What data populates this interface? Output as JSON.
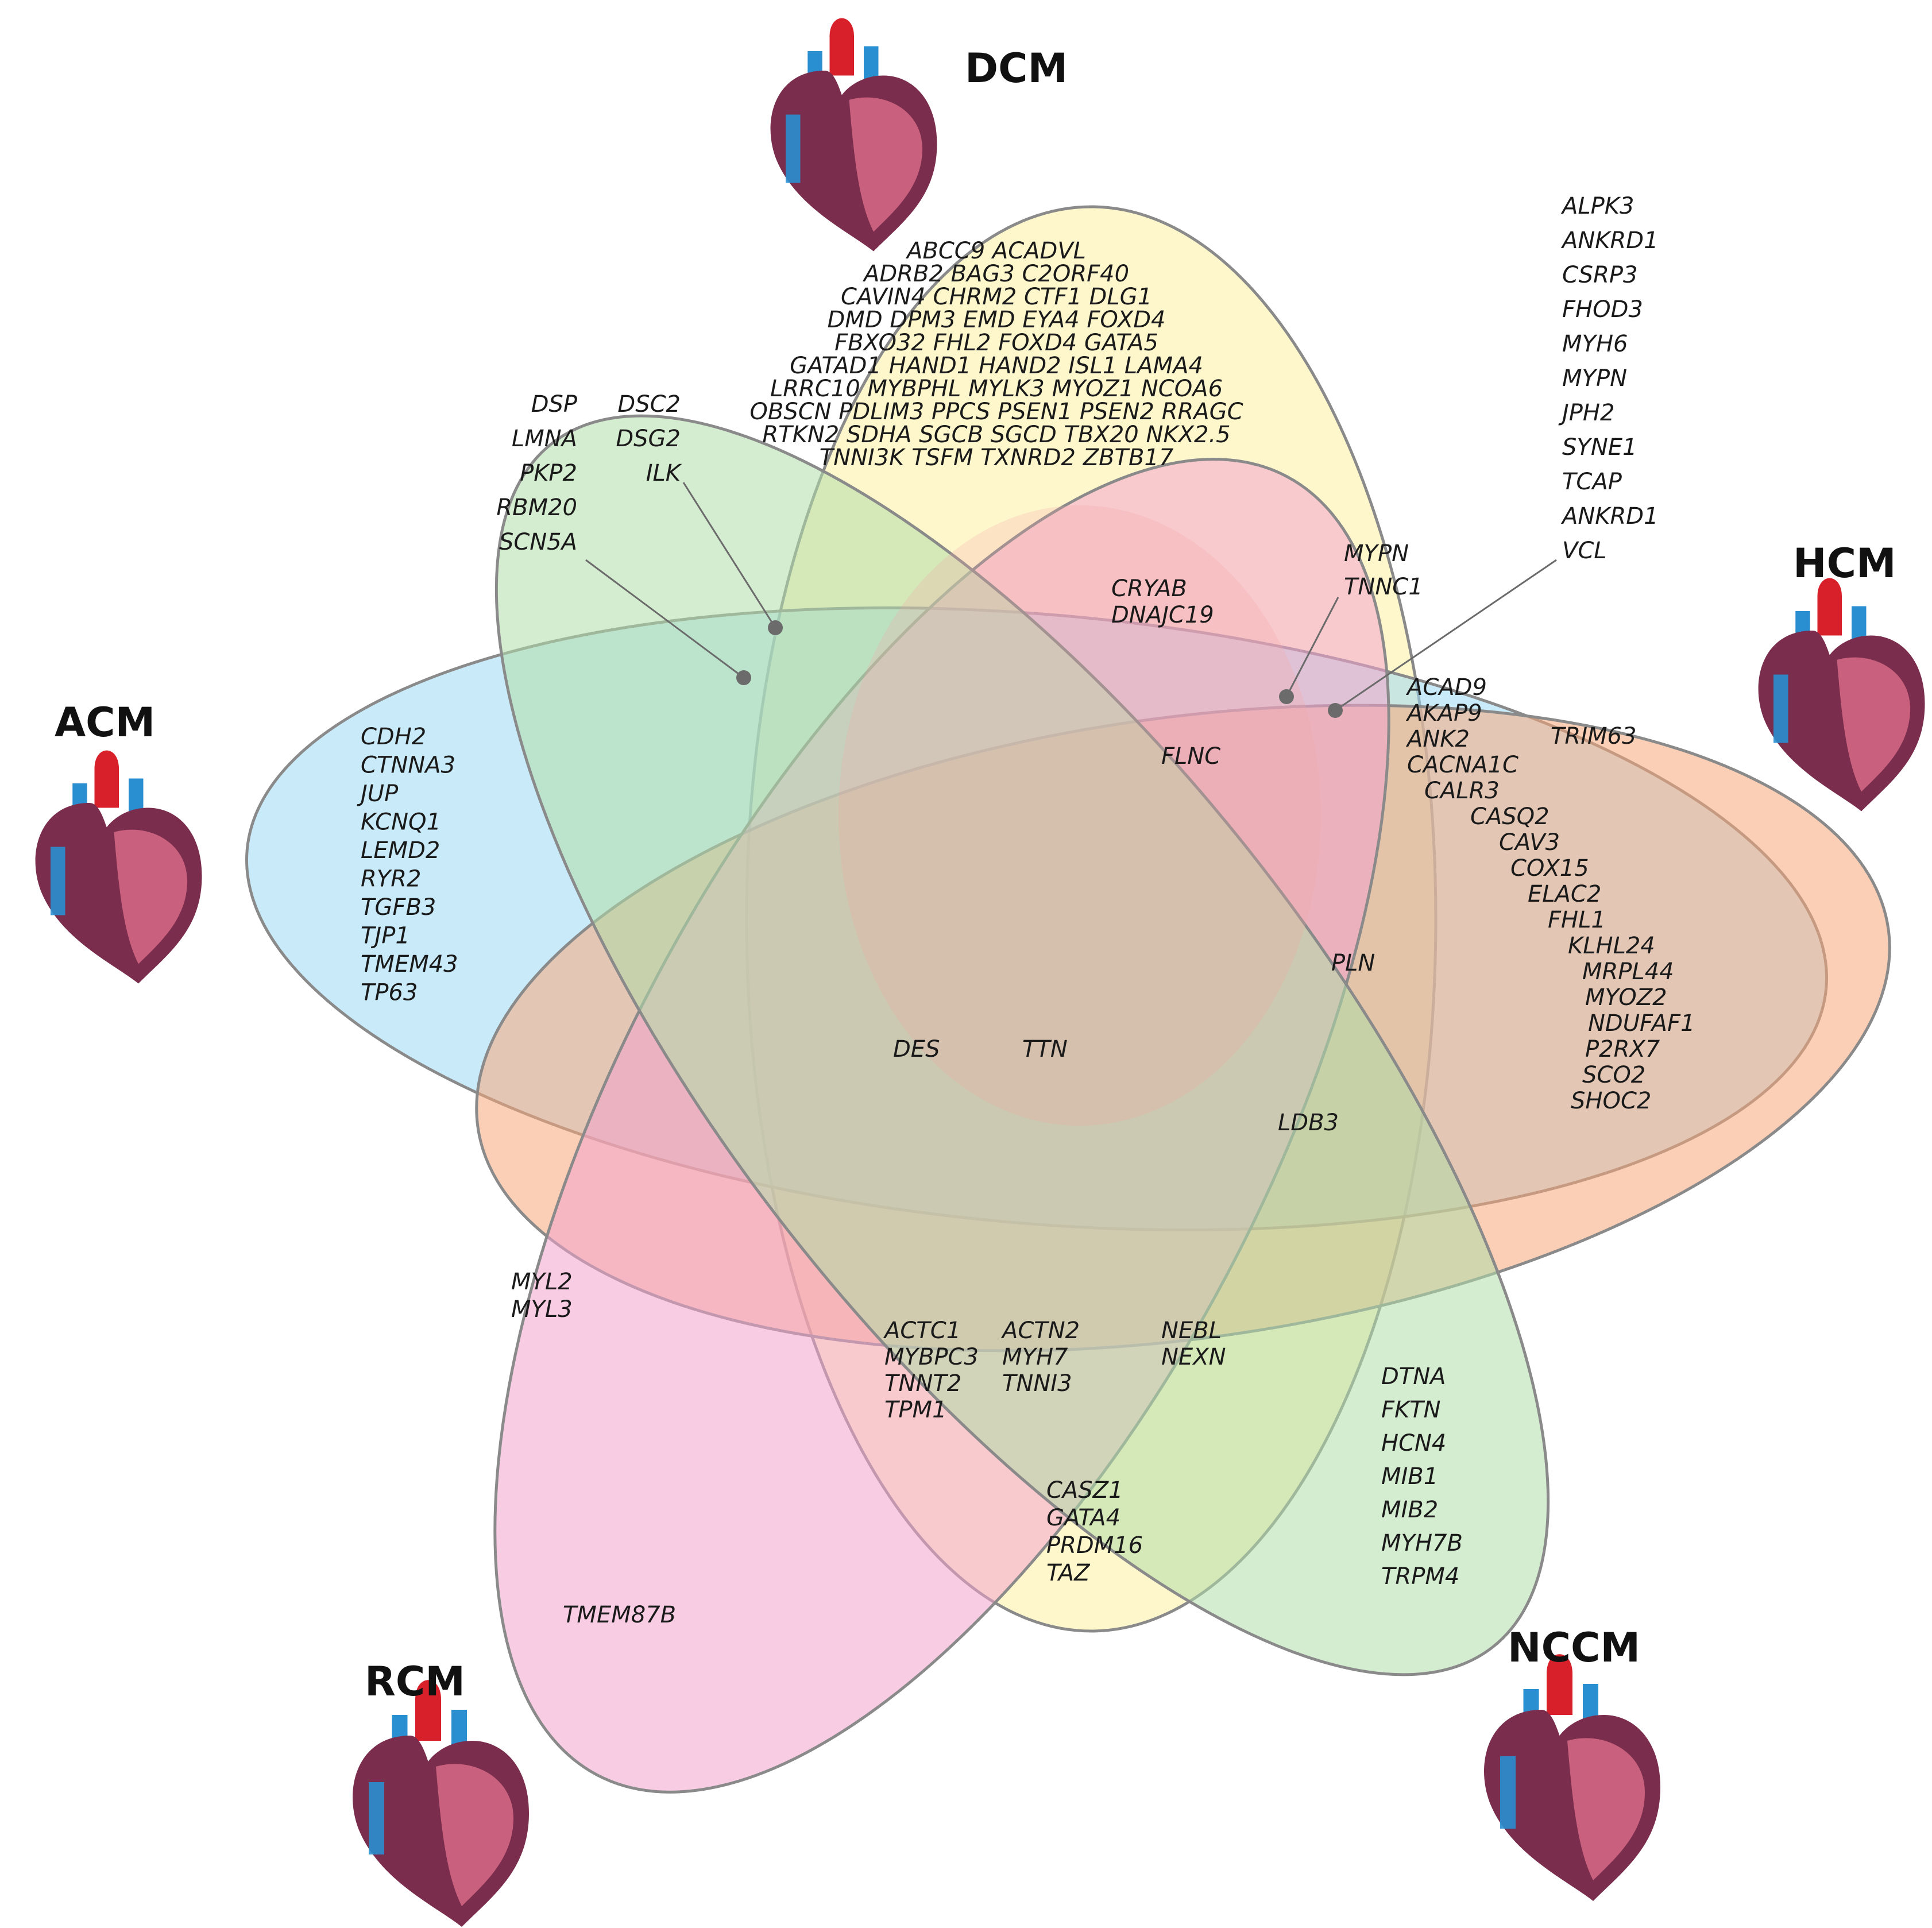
{
  "colors": {
    "DCM": "#fdf1a2",
    "HCM": "#f8a77a",
    "ACM": "#9dd8f3",
    "RCM": "#f3a4cd",
    "NCCM": "#b1dca7",
    "DCM_HCM_overlap": "#f4a7a6",
    "outline": "#8a8a8a",
    "leader": "#6b6b6b",
    "dot": "#6b6b6b",
    "heart_dark": "#7a2d4d",
    "heart_light": "#c9607d",
    "heart_blue": "#2a8fd0",
    "heart_red": "#d8202a"
  },
  "sets": {
    "DCM": "DCM",
    "HCM": "HCM",
    "ACM": "ACM",
    "RCM": "RCM",
    "NCCM": "NCCM"
  },
  "icons": [
    "heart-icon"
  ],
  "genes": {
    "dcm_only": [
      "ABCC9  ACADVL",
      "ADRB2  BAG3  C2ORF40",
      "CAVIN4  CHRM2  CTF1  DLG1",
      "DMD  DPM3  EMD  EYA4  FOXD4",
      "FBXO32  FHL2  FOXD4  GATA5",
      "GATAD1  HAND1  HAND2  ISL1  LAMA4",
      "LRRC10  MYBPHL  MYLK3  MYOZ1  NCOA6",
      "OBSCN  PDLIM3  PPCS  PSEN1  PSEN2  RRAGC",
      "RTKN2  SDHA  SGCB  SGCD  TBX20  NKX2.5",
      "TNNI3K  TSFM    TXNRD2  ZBTB17"
    ],
    "acm_dcm_callout_a": [
      "DSP",
      "LMNA",
      "PKP2",
      "RBM20",
      "SCN5A"
    ],
    "acm_dcm_callout_b": [
      "DSC2",
      "DSG2",
      "ILK"
    ],
    "dcm_hcm_callout_a": [
      "MYPN",
      "TNNC1"
    ],
    "dcm_hcm_callout_b": [
      "ALPK3",
      "ANKRD1",
      "CSRP3",
      "FHOD3",
      "MYH6",
      "MYPN",
      "JPH2",
      "SYNE1",
      "TCAP",
      "ANKRD1",
      "VCL"
    ],
    "crybab_group": [
      "CRYAB",
      "DNAJC19"
    ],
    "flnc": [
      "FLNC"
    ],
    "hcm_only_a": [
      "ACAD9",
      "AKAP9",
      "ANK2",
      "CACNA1C",
      "CALR3",
      "CASQ2",
      "CAV3",
      "COX15",
      "ELAC2",
      "FHL1",
      "KLHL24",
      "MRPL44",
      "MYOZ2",
      "NDUFAF1",
      "P2RX7",
      "SCO2",
      "SHOC2"
    ],
    "hcm_only_b": [
      "TRIM63"
    ],
    "acm_only": [
      "CDH2",
      "CTNNA3",
      "JUP",
      "KCNQ1",
      "LEMD2",
      "RYR2",
      "TGFB3",
      "TJP1",
      "TMEM43",
      "TP63"
    ],
    "pln": [
      "PLN"
    ],
    "center": [
      "DES",
      "TTN"
    ],
    "ldb3": [
      "LDB3"
    ],
    "myl_group": [
      "MYL2",
      "MYL3"
    ],
    "sarcomere_a": [
      "ACTC1",
      "MYBPC3",
      "TNNT2",
      "TPM1"
    ],
    "sarcomere_b": [
      "ACTN2",
      "MYH7",
      "TNNI3"
    ],
    "nebl_group": [
      "NEBL",
      "NEXN"
    ],
    "nccm_only": [
      "DTNA",
      "FKTN",
      "HCN4",
      "MIB1",
      "MIB2",
      "MYH7B",
      "TRPM4"
    ],
    "nccm_dcm_group": [
      "CASZ1",
      "GATA4",
      "PRDM16",
      "TAZ"
    ],
    "rcm_only": [
      "TMEM87B"
    ]
  }
}
